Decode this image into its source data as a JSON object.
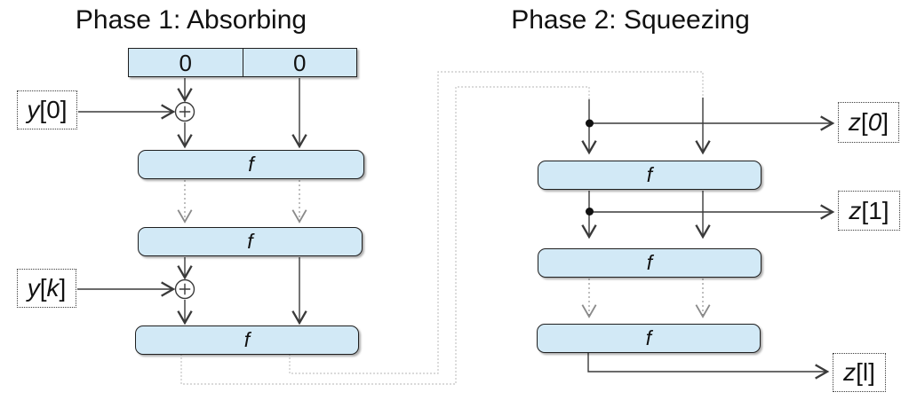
{
  "titles": {
    "phase1": "Phase 1: Absorbing",
    "phase2": "Phase 2: Squeezing"
  },
  "state_register": {
    "cells": [
      "0",
      "0"
    ]
  },
  "absorbing": {
    "f_boxes": [
      "f",
      "f",
      "f"
    ]
  },
  "squeezing": {
    "f_boxes": [
      "f",
      "f",
      "f"
    ]
  },
  "labels": {
    "y0": [
      {
        "t": "y",
        "i": 1
      },
      {
        "t": "[0]"
      }
    ],
    "yk": [
      {
        "t": "y",
        "i": 1
      },
      {
        "t": "["
      },
      {
        "t": "k",
        "i": 1
      },
      {
        "t": "]"
      }
    ],
    "z0": [
      {
        "t": "z",
        "i": 1
      },
      {
        "t": "["
      },
      {
        "t": "0",
        "i": 1
      },
      {
        "t": "]"
      }
    ],
    "z1": [
      {
        "t": "z",
        "i": 1
      },
      {
        "t": "[1]"
      }
    ],
    "zl": [
      {
        "t": "z",
        "i": 1
      },
      {
        "t": "[l]"
      }
    ]
  },
  "icons": {
    "xor_icon": "⊕",
    "branch_dot": "●"
  },
  "colors": {
    "box_fill": "#d2e9f6",
    "box_border": "#1f1f1f",
    "arrow": "#3a3a3a",
    "dashed_gray": "#8a8a8a",
    "feedback_gray": "#c4c4c4",
    "label_border": "#3c3c3c",
    "text": "#111111"
  }
}
